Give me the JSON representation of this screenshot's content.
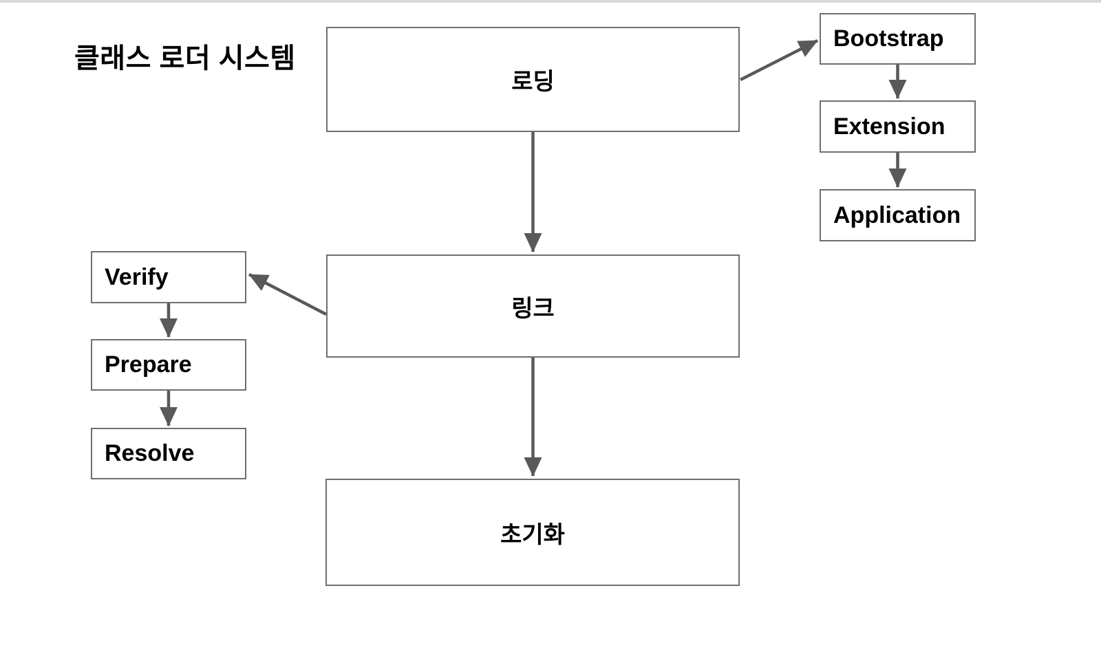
{
  "page": {
    "background": "#ffffff",
    "top_strip_color": "#d9d9d9"
  },
  "diagram": {
    "title": "클래스 로더 시스템",
    "colors": {
      "box_border": "#6e6e6e",
      "box_fill": "#ffffff",
      "label_text": "#000000",
      "arrow": "#58595b"
    },
    "nodes": {
      "loading": {
        "label": "로딩"
      },
      "link": {
        "label": "링크"
      },
      "init": {
        "label": "초기화"
      },
      "bootstrap": {
        "label": "Bootstrap"
      },
      "extension": {
        "label": "Extension"
      },
      "application": {
        "label": "Application"
      },
      "verify": {
        "label": "Verify"
      },
      "prepare": {
        "label": "Prepare"
      },
      "resolve": {
        "label": "Resolve"
      }
    },
    "edges": [
      {
        "from": "loading",
        "to": "link"
      },
      {
        "from": "link",
        "to": "init"
      },
      {
        "from": "loading",
        "to": "bootstrap"
      },
      {
        "from": "bootstrap",
        "to": "extension"
      },
      {
        "from": "extension",
        "to": "application"
      },
      {
        "from": "link",
        "to": "verify"
      },
      {
        "from": "verify",
        "to": "prepare"
      },
      {
        "from": "prepare",
        "to": "resolve"
      }
    ]
  }
}
